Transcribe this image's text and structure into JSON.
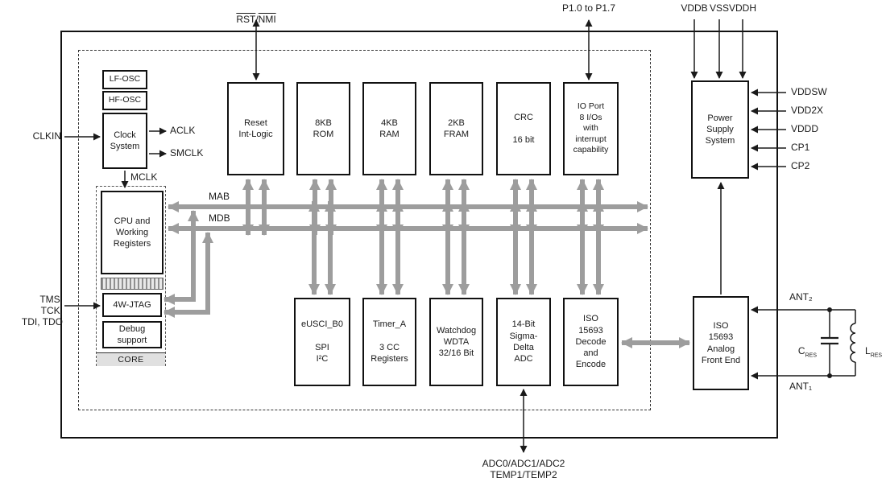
{
  "diagram": {
    "colors": {
      "bus_gray": "#9d9d9d",
      "line_black": "#1a1a1a"
    },
    "top_pins": {
      "rst": "RST",
      "slash": "/",
      "nmi": "NMI",
      "p1": "P1.0 to P1.7",
      "vddb": "VDDB",
      "vss": "VSS",
      "vddh": "VDDH"
    },
    "left_pins": {
      "clkin": "CLKIN",
      "jtag": "TMS, TCK,\nTDI, TDO"
    },
    "clock": {
      "lf_osc": "LF-OSC",
      "hf_osc": "HF-OSC",
      "system": "Clock\nSystem",
      "aclk": "ACLK",
      "smclk": "SMCLK",
      "mclk": "MCLK"
    },
    "buses": {
      "mab": "MAB",
      "mdb": "MDB"
    },
    "core": {
      "cpu": "CPU and\nWorking\nRegisters",
      "jtag": "4W-JTAG",
      "debug": "Debug\nsupport",
      "label": "CORE"
    },
    "top_blocks": [
      "Reset\nInt-Logic",
      "8KB\nROM",
      "4KB\nRAM",
      "2KB\nFRAM",
      "CRC\n\n16 bit",
      "IO Port\n8 I/Os\nwith\ninterrupt\ncapability"
    ],
    "bottom_blocks": [
      "eUSCI_B0\n\nSPI\nI²C",
      "Timer_A\n\n3 CC\nRegisters",
      "Watchdog\nWDTA\n32/16 Bit",
      "14-Bit\nSigma-\nDelta\nADC",
      "ISO\n15693\nDecode\nand\nEncode"
    ],
    "right_blocks": {
      "power": "Power\nSupply\nSystem",
      "afe": "ISO\n15693\nAnalog\nFront End"
    },
    "right_pins": [
      "VDDSW",
      "VDD2X",
      "VDDD",
      "CP1",
      "CP2"
    ],
    "antenna": {
      "ant2": "ANT₂",
      "ant1": "ANT₁",
      "c_base": "C",
      "c_sub": "RES",
      "l_base": "L",
      "l_sub": "RES"
    },
    "bottom_pins": {
      "adc": "ADC0/ADC1/ADC2\nTEMP1/TEMP2"
    }
  }
}
